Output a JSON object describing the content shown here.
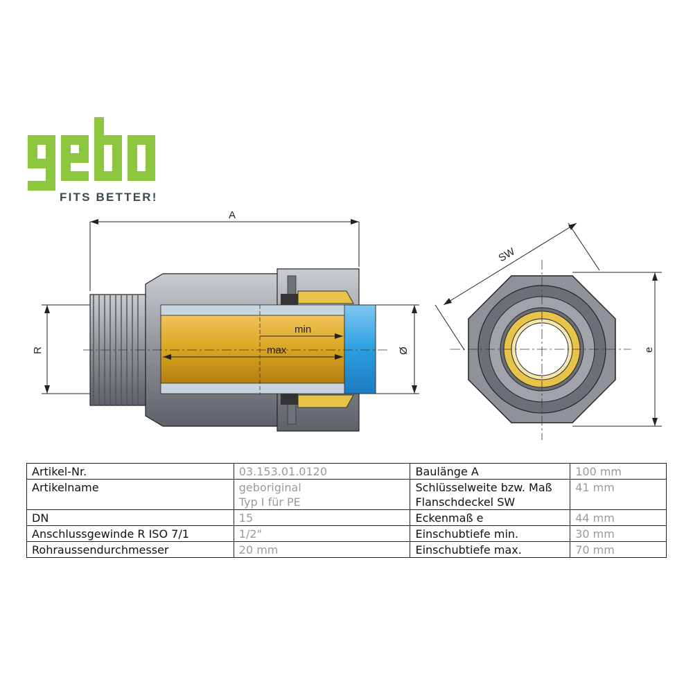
{
  "logo": {
    "wordmark": "gebo",
    "tagline": "FITS BETTER!",
    "brand_color": "#8dc63f"
  },
  "drawing": {
    "dim_A": "A",
    "dim_R": "R",
    "dim_min": "min",
    "dim_max": "max",
    "dim_diameter": "Ø",
    "dim_SW": "SW",
    "dim_e": "e",
    "colors": {
      "pipe_gold": "#d9a520",
      "pipe_blue": "#2d9ee0",
      "fitting_grey": "#8f9399",
      "brass": "#e8c34a",
      "inner_ring": "#f3e6b0"
    }
  },
  "table": {
    "rows": [
      {
        "label1": "Artikel-Nr.",
        "value1": "03.153.01.0120",
        "label2": "Baulänge A",
        "value2": "100 mm"
      },
      {
        "label1": "Artikelname",
        "value1a": "geboriginal",
        "value1b": "Typ I für PE",
        "label2a": "Schlüsselweite bzw. Maß",
        "label2b": "Flanschdeckel SW",
        "value2": "41 mm"
      },
      {
        "label1": "DN",
        "value1": "15",
        "label2": "Eckenmaß e",
        "value2": "44 mm"
      },
      {
        "label1": "Anschlussgewinde R ISO 7/1",
        "value1": "1/2\"",
        "label2": "Einschubtiefe min.",
        "value2": "30 mm"
      },
      {
        "label1": "Rohraussendurchmesser",
        "value1": "20 mm",
        "label2": "Einschubtiefe max.",
        "value2": "70 mm"
      }
    ]
  }
}
